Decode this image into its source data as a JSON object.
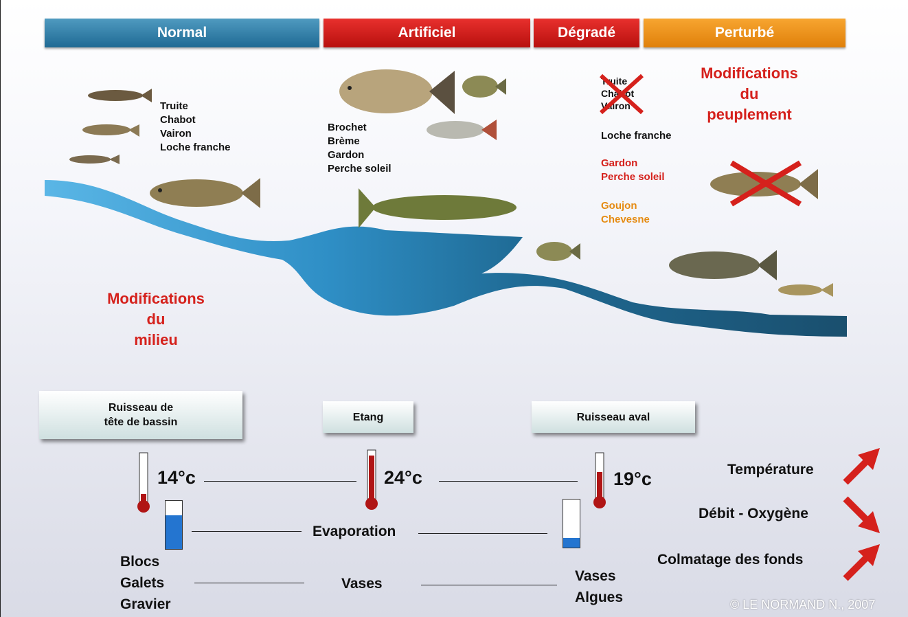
{
  "tabs": {
    "normal": "Normal",
    "artificiel": "Artificiel",
    "degrade": "Dégradé",
    "perturbe": "Perturbé"
  },
  "fish_lists": {
    "normal": [
      "Truite",
      "Chabot",
      "Vairon",
      "Loche franche"
    ],
    "artificiel": [
      "Brochet",
      "Brème",
      "Gardon",
      "Perche soleil"
    ],
    "degrade_crossed": [
      "Truite",
      "Chabot",
      "Vairon"
    ],
    "degrade_kept": "Loche franche",
    "degrade_new_red": [
      "Gardon",
      "Perche soleil"
    ],
    "degrade_new_orange": [
      "Goujon",
      "Chevesne"
    ]
  },
  "annotations": {
    "modif_peuplement": [
      "Modifications",
      "du",
      "peuplement"
    ],
    "modif_milieu": [
      "Modifications",
      "du",
      "milieu"
    ]
  },
  "stations": {
    "tete": [
      "Ruisseau de",
      "tête de bassin"
    ],
    "etang": "Etang",
    "aval": "Ruisseau aval"
  },
  "temperatures": {
    "tete": "14°c",
    "etang": "24°c",
    "aval": "19°c"
  },
  "levels": {
    "tete": 0.7,
    "aval": 0.2
  },
  "labels": {
    "evaporation": "Evaporation",
    "vases": "Vases"
  },
  "substrates": {
    "tete": [
      "Blocs",
      "Galets",
      "Gravier"
    ],
    "aval": [
      "Vases",
      "Algues"
    ]
  },
  "trends": {
    "temperature": "Température",
    "debit": "Débit - Oxygène",
    "colmatage": "Colmatage des fonds"
  },
  "copyright": "© LE NORMAND N., 2007",
  "colors": {
    "blue": "#1f6a94",
    "red": "#d5211c",
    "orange": "#e58b12",
    "arrow": "#d5211c"
  }
}
